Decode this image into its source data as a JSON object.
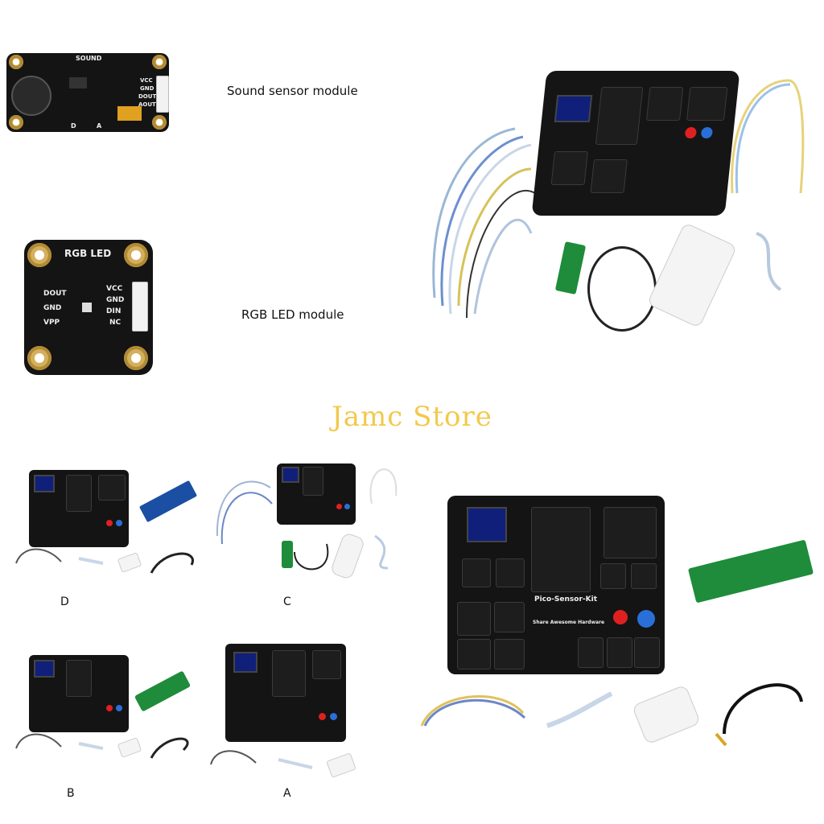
{
  "captions": {
    "sound": "Sound sensor module",
    "rgb": "RGB LED module"
  },
  "store": "Jamc Store",
  "options": [
    "D",
    "C",
    "B",
    "A"
  ],
  "sound_board": {
    "title": "SOUND",
    "pins": [
      "VCC",
      "GND",
      "DOUT",
      "AOUT"
    ],
    "labels": [
      "D",
      "A"
    ]
  },
  "rgb_board": {
    "title": "RGB LED",
    "left_pins": [
      "DOUT",
      "GND",
      "VPP"
    ],
    "right_pins": [
      "VCC",
      "GND",
      "DIN",
      "NC"
    ]
  },
  "kit_board": {
    "title": "Pico-Sensor-Kit",
    "subtitle": "Share Awesome Hardware"
  }
}
